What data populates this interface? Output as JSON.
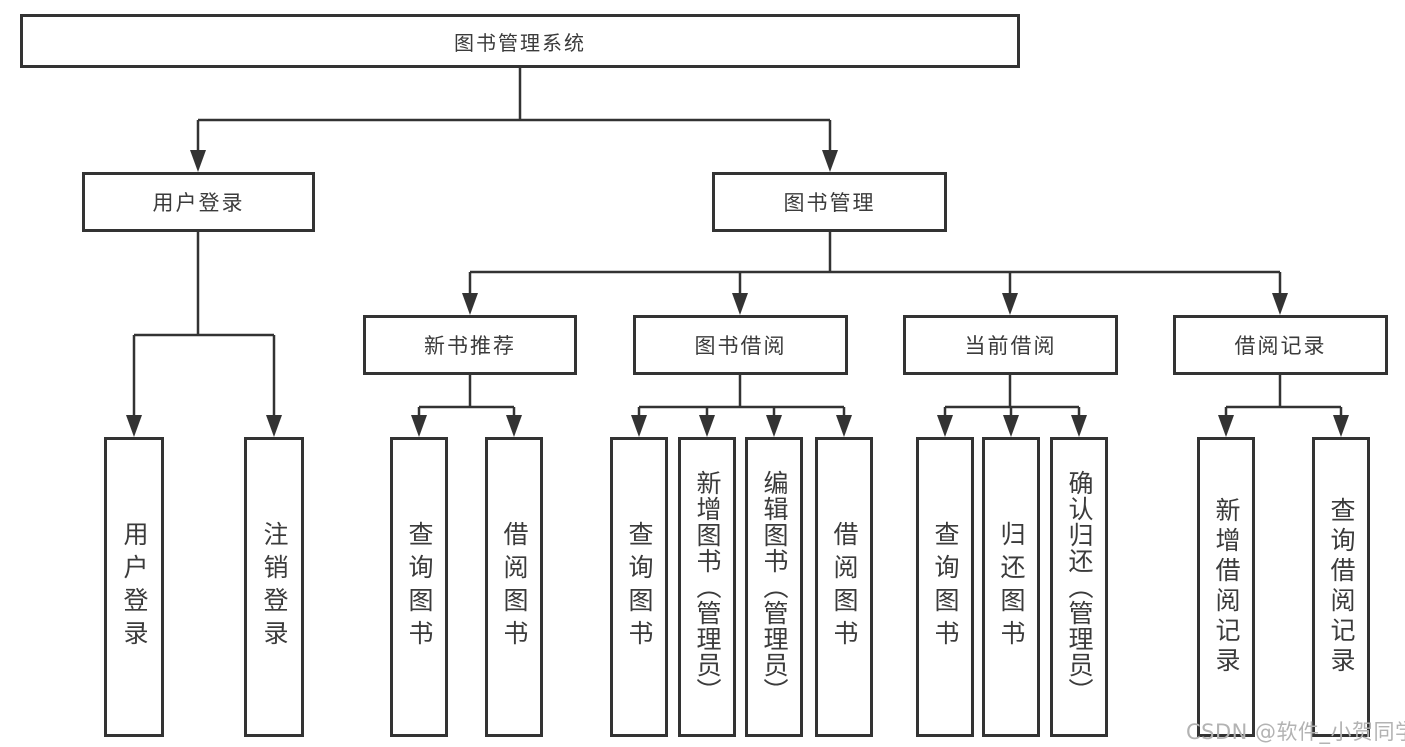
{
  "colors": {
    "line": "#333333",
    "text": "#3b3b3b",
    "watermark": "#b3b3b3"
  },
  "tree": {
    "root": "图书管理系统",
    "branches": [
      {
        "label": "用户登录",
        "children": [
          "用户登录",
          "注销登录"
        ]
      },
      {
        "label": "图书管理",
        "groups": [
          {
            "label": "新书推荐",
            "children": [
              "查询图书",
              "借阅图书"
            ]
          },
          {
            "label": "图书借阅",
            "children": [
              "查询图书",
              "新增图书（管理员）",
              "编辑图书（管理员）",
              "借阅图书"
            ]
          },
          {
            "label": "当前借阅",
            "children": [
              "查询图书",
              "归还图书",
              "确认归还（管理员）"
            ]
          },
          {
            "label": "借阅记录",
            "children": [
              "新增借阅记录",
              "查询借阅记录"
            ]
          }
        ]
      }
    ]
  },
  "watermark": {
    "text": "CSDN @软件_小贺同学"
  }
}
